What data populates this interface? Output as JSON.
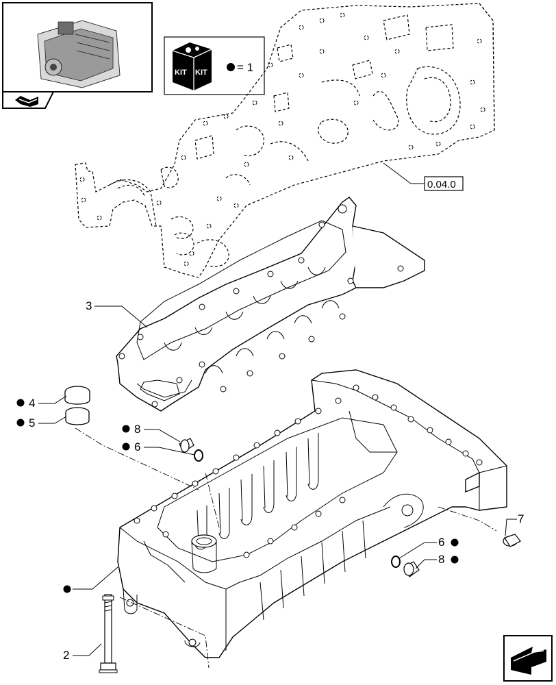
{
  "legend": {
    "kit_word": "KIT",
    "kit_equals": "= 1"
  },
  "reference": {
    "code": "0.04.0"
  },
  "callouts": {
    "c2": "2",
    "c3": "3",
    "c4": "4",
    "c5": "5",
    "c6a": "6",
    "c6b": "6",
    "c7": "7",
    "c8a": "8",
    "c8b": "8"
  },
  "icons": {
    "thumbnail": "engine-thumbnail-icon",
    "nav_prev": "previous-page-icon",
    "nav_next": "next-page-icon",
    "kit_marker": "kit-dot-icon"
  }
}
